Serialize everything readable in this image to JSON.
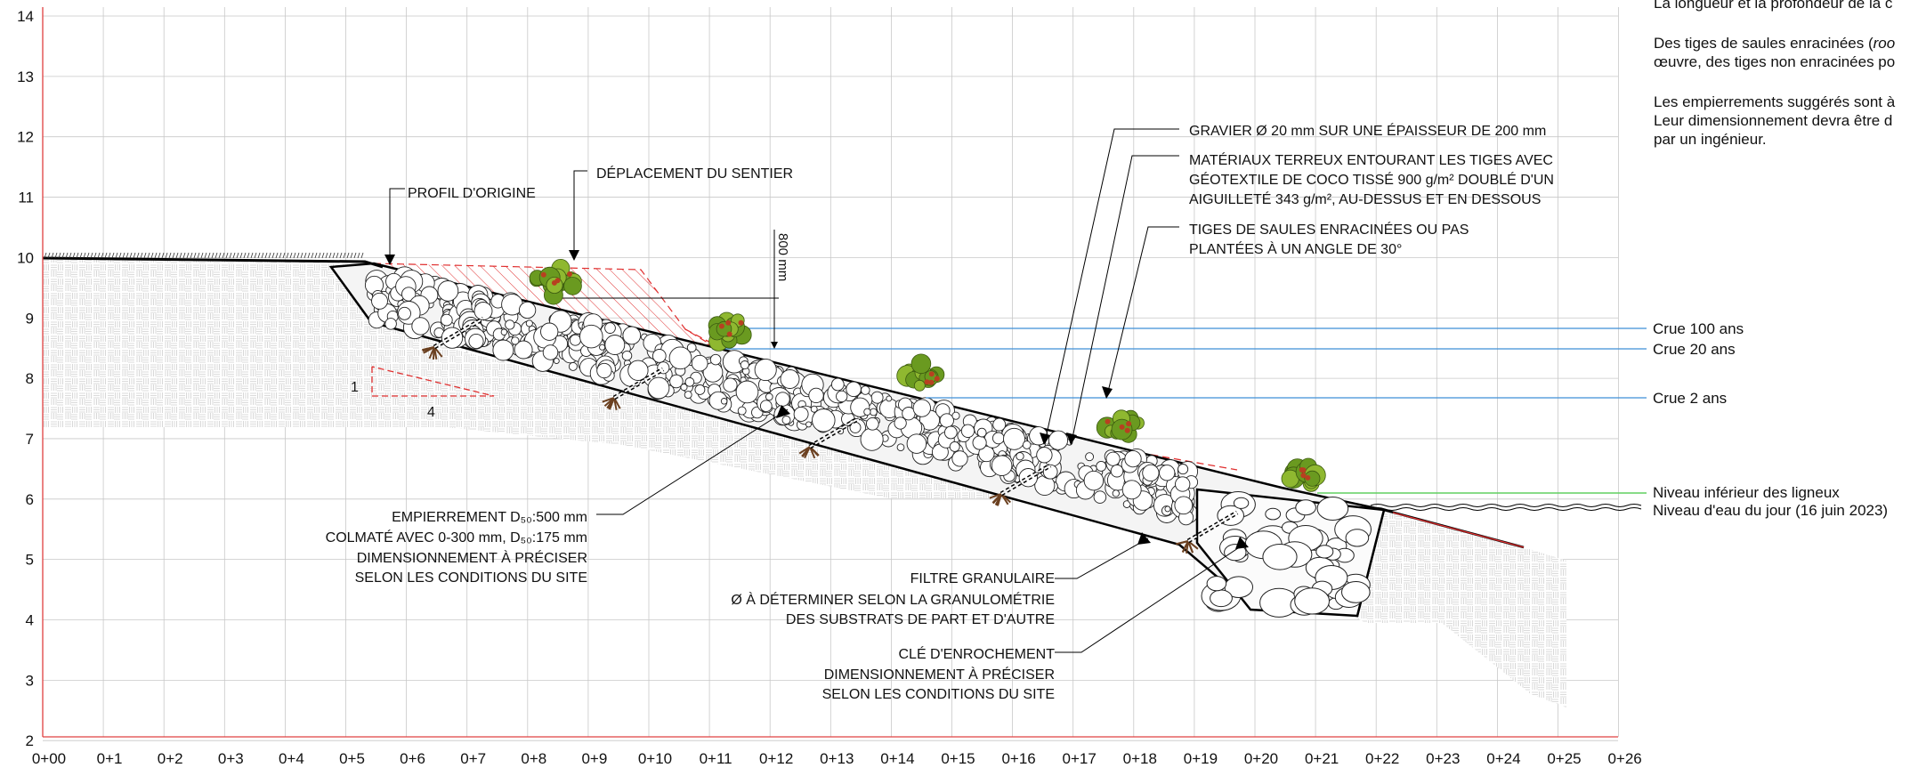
{
  "notes": {
    "line1": "La longueur et la profondeur de la c",
    "line2a": "Des tiges de saules enracinées (",
    "line2b": "roo",
    "line2c": "œuvre, des tiges non enracinées po",
    "line3a": "Les empierrements suggérés sont à",
    "line3b": "Leur dimensionnement devra être d",
    "line3c": "par un ingénieur."
  },
  "axes": {
    "y_ticks": [
      "14",
      "13",
      "12",
      "11",
      "10",
      "9",
      "8",
      "7",
      "6",
      "5",
      "4",
      "3",
      "2"
    ],
    "x_ticks": [
      "0+00",
      "0+1",
      "0+2",
      "0+3",
      "0+4",
      "0+5",
      "0+6",
      "0+7",
      "0+8",
      "0+9",
      "0+10",
      "0+11",
      "0+12",
      "0+13",
      "0+14",
      "0+15",
      "0+16",
      "0+17",
      "0+18",
      "0+19",
      "0+20",
      "0+21",
      "0+22",
      "0+23",
      "0+24",
      "0+25",
      "0+26"
    ]
  },
  "labels": {
    "profil": "PROFIL D'ORIGINE",
    "sentier": "DÉPLACEMENT DU SENTIER",
    "mm800": "800 mm",
    "gravier": "GRAVIER Ø 20 mm SUR UNE ÉPAISSEUR DE 200 mm",
    "materiaux1": "MATÉRIAUX TERREUX ENTOURANT LES TIGES AVEC",
    "materiaux2": "GÉOTEXTILE DE COCO TISSÉ 900 g/m² DOUBLÉ D'UN",
    "materiaux3": "AIGUILLETÉ 343 g/m², AU-DESSUS ET EN DESSOUS",
    "tiges1": "TIGES DE SAULES ENRACINÉES OU PAS",
    "tiges2": "PLANTÉES À UN ANGLE DE 30°",
    "slope_v": "1",
    "slope_h": "4",
    "emp1": "EMPIERREMENT D₅₀:500 mm",
    "emp2": "COLMATÉ AVEC 0-300 mm, D₅₀:175 mm",
    "emp3": "DIMENSIONNEMENT À PRÉCISER",
    "emp4": "SELON LES CONDITIONS DU SITE",
    "filtre1": "FILTRE GRANULAIRE",
    "filtre2": "Ø À DÉTERMINER SELON LA GRANULOMÉTRIE",
    "filtre3": "DES SUBSTRATS DE PART ET D'AUTRE",
    "cle1": "CLÉ D'ENROCHEMENT",
    "cle2": "DIMENSIONNEMENT À PRÉCISER",
    "cle3": "SELON LES CONDITIONS DU SITE"
  },
  "levels": {
    "crue100": "Crue 100 ans",
    "crue20": "Crue 20 ans",
    "crue2": "Crue 2 ans",
    "ligneux": "Niveau inférieur des ligneux",
    "eau": "Niveau d'eau du jour (16 juin 2023)"
  },
  "colors": {
    "grid": "#c8c8c8",
    "axis": "#e04040",
    "flood": "#3f8fd8",
    "ligneux": "#60d060",
    "hatch": "#e03030",
    "profile": "#000000"
  }
}
